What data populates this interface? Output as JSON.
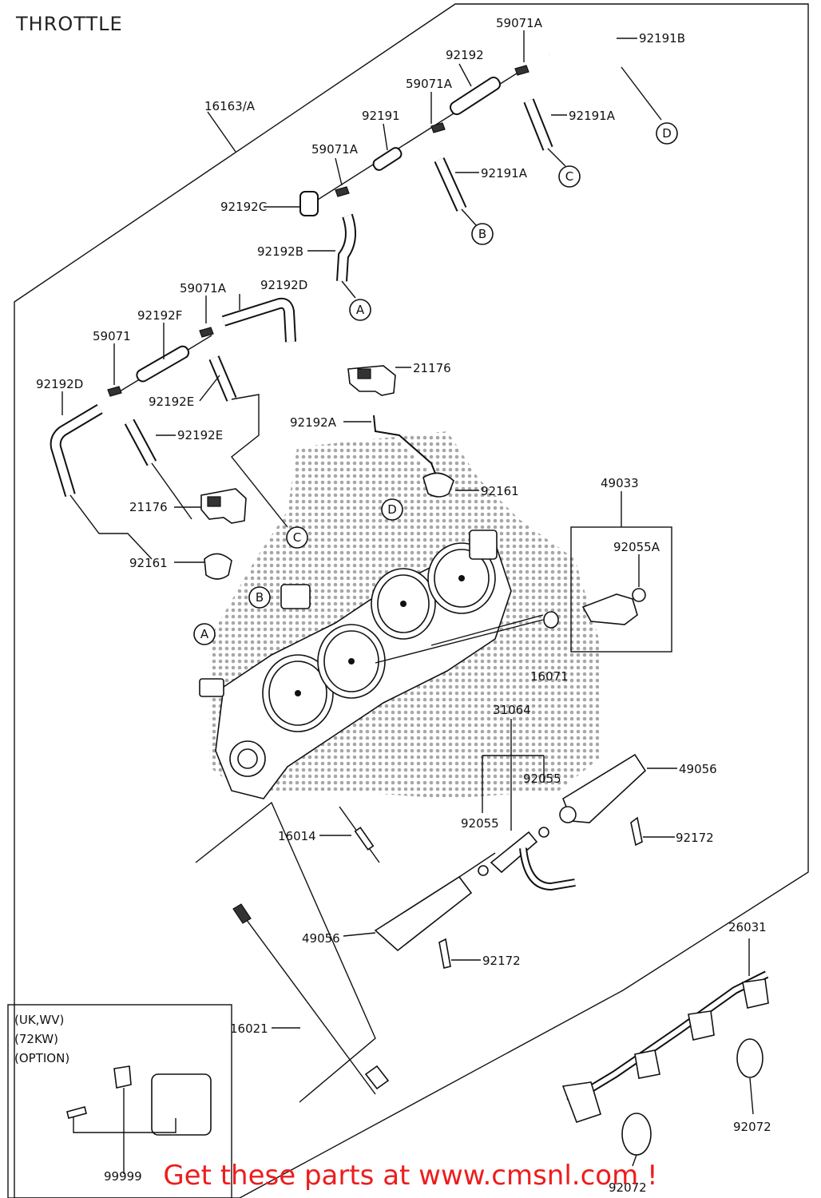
{
  "title": "THROTTLE",
  "banner": "Get these parts at www.cmsnl.com !",
  "callouts": {
    "p16163": "16163/A",
    "p59071A_1": "59071A",
    "p92191B": "92191B",
    "p92192": "92192",
    "p59071A_2": "59071A",
    "p92191A_1": "92191A",
    "p92191": "92191",
    "p59071A_3": "59071A",
    "p92191A_2": "92191A",
    "p92192C": "92192C",
    "p92192B": "92192B",
    "p59071A_4": "59071A",
    "p92192D_1": "92192D",
    "p92192F": "92192F",
    "p59071": "59071",
    "p92192D_2": "92192D",
    "p92192E_1": "92192E",
    "p92192E_2": "92192E",
    "p21176_1": "21176",
    "p92192A": "92192A",
    "p92161_1": "92161",
    "p49033": "49033",
    "p92055A": "92055A",
    "p21176_2": "21176",
    "p92161_2": "92161",
    "p16071": "16071",
    "p31064": "31064",
    "p92055_1": "92055",
    "p92055_2": "92055",
    "p49056_1": "49056",
    "p92172_1": "92172",
    "p16014": "16014",
    "p49056_2": "49056",
    "p92172_2": "92172",
    "p26031": "26031",
    "p16021": "16021",
    "p92072_1": "92072",
    "p92072_2": "92072",
    "p99999": "99999"
  },
  "markers": {
    "a": "A",
    "b": "B",
    "c": "C",
    "d": "D"
  },
  "option_box": {
    "line1": "(UK,WV)",
    "line2": "(72KW)",
    "line3": "(OPTION)"
  },
  "colors": {
    "banner": "#ee1c1c",
    "lines": "#111111",
    "watermark": "#9a9a9a"
  }
}
